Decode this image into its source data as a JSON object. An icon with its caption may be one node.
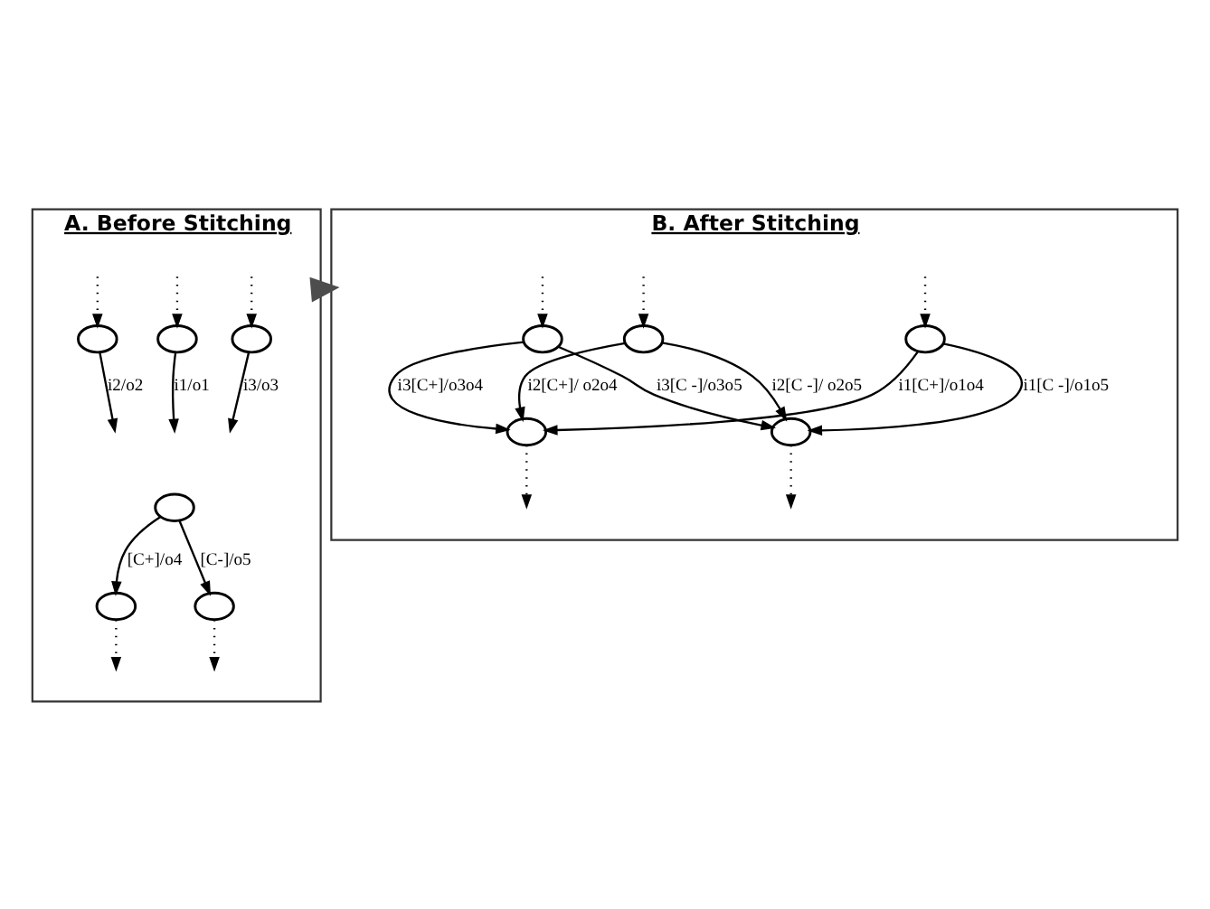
{
  "diagram": {
    "nodes": [
      {
        "text": [
          "A. Before Stitching"
        ]
      },
      {
        "text": [],
        "shape": "circle",
        "in": 0
      },
      {
        "text": [],
        "shape": "circle",
        "in": 0
      },
      {
        "text": [],
        "shape": "circle",
        "in": 0
      },
      {
        "text": [],
        "shape": "circle",
        "in": 0
      },
      {
        "text": [],
        "shape": "circle",
        "in": 0
      },
      {
        "text": [],
        "shape": "circle",
        "in": 0
      },
      {
        "text": [
          "B. After Stitching"
        ]
      },
      {
        "text": [],
        "shape": "circle",
        "in": 7
      },
      {
        "text": [],
        "shape": "circle",
        "in": 7
      },
      {
        "text": [],
        "shape": "circle",
        "in": 7
      },
      {
        "text": [],
        "shape": "circle",
        "in": 7
      },
      {
        "text": [],
        "shape": "circle",
        "in": 7
      }
    ],
    "edges": [
      {
        "from": 1,
        "to": null,
        "arrow": "to",
        "label": "i1/o1"
      },
      {
        "from": 2,
        "to": null,
        "arrow": "to",
        "label": "i2/o2"
      },
      {
        "from": 3,
        "to": null,
        "arrow": "to",
        "label": "i3/o3"
      },
      {
        "from": null,
        "to": 1,
        "arrow": "to",
        "style": "dashed"
      },
      {
        "from": null,
        "to": 2,
        "arrow": "to",
        "style": "dashed"
      },
      {
        "from": null,
        "to": 3,
        "arrow": "to",
        "style": "dashed"
      },
      {
        "from": 4,
        "to": 5,
        "arrow": "to",
        "label": "[C+]/o4"
      },
      {
        "from": 4,
        "to": 6,
        "arrow": "to",
        "label": "[C-]/o5"
      },
      {
        "from": 5,
        "to": null,
        "arrow": "to",
        "style": "dashed"
      },
      {
        "from": 6,
        "to": null,
        "arrow": "to",
        "style": "dashed"
      },
      {
        "from": 0,
        "to": 7,
        "arrow": "to",
        "style": "thick",
        "color": "#4d4d4d"
      },
      {
        "from": null,
        "to": 8,
        "arrow": "to",
        "style": "dashed"
      },
      {
        "from": null,
        "to": 9,
        "arrow": "to",
        "style": "dashed"
      },
      {
        "from": null,
        "to": 10,
        "arrow": "to",
        "style": "dashed"
      },
      {
        "from": 8,
        "to": 11,
        "arrow": "to",
        "label": "i1[C+]/o1o4"
      },
      {
        "from": 8,
        "to": 12,
        "arrow": "to",
        "label": "i1[C -]/o1o5"
      },
      {
        "from": 9,
        "to": 11,
        "arrow": "to",
        "label": "i2[C+]/ o2o4"
      },
      {
        "from": 9,
        "to": 12,
        "arrow": "to",
        "label": "i2[C -]/ o2o5"
      },
      {
        "from": 10,
        "to": 11,
        "arrow": "to",
        "label": "i3[C+]/o3o4"
      },
      {
        "from": 10,
        "to": 12,
        "arrow": "to",
        "label": "i3[C -]/o3o5"
      },
      {
        "from": 11,
        "to": null,
        "arrow": "to",
        "style": "dashed"
      },
      {
        "from": 12,
        "to": null,
        "arrow": "to",
        "style": "dashed"
      }
    ]
  }
}
